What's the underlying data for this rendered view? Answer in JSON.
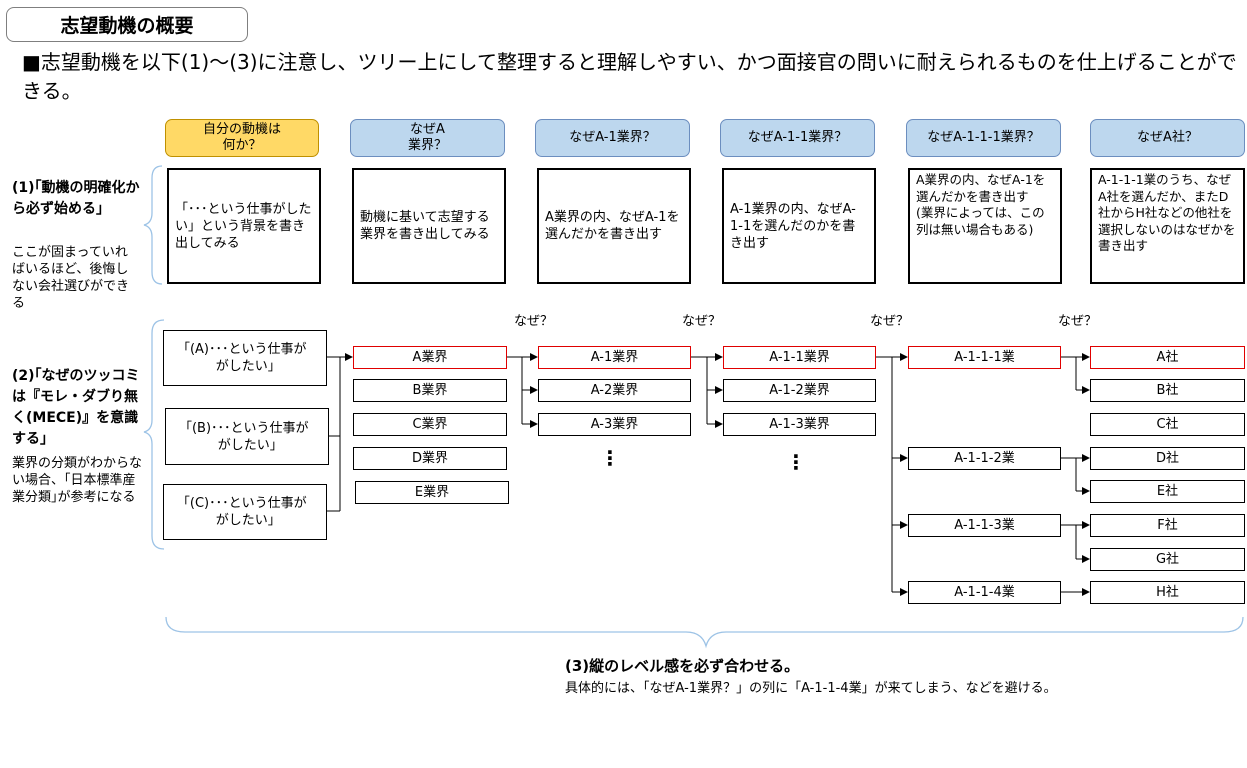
{
  "title": "志望動機の概要",
  "intro": "■志望動機を以下(1)～(3)に注意し、ツリー上にして整理すると理解しやすい、かつ面接官の問いに耐えられるものを仕上げることができる。",
  "headers": [
    "自分の動機は\n何か？",
    "なぜA\n業界？",
    "なぜA-1業界？",
    "なぜA-1-1業界？",
    "なぜA-1-1-1業界？",
    "なぜA社？"
  ],
  "descriptions": [
    "「･･･という仕事がしたい」という背景を書き出してみる",
    "動機に基いて志望する業界を書き出してみる",
    "A業界の内、なぜA-1を選んだかを書き出す",
    "A-1業界の内、なぜA-1-1を選んだのかを書き出す",
    "A業界の内、なぜA-1を選んだかを書き出す\n(業界によっては、この列は無い場合もある)",
    "A-1-1-1業のうち、なぜA社を選んだか、またD社からH社などの他社を選択しないのはなぜかを書き出す"
  ],
  "point1": {
    "heading": "(1)｢動機の明確化から必ず始める｣",
    "sub": "ここが固まっていればいるほど、後悔しない会社選びができる"
  },
  "point2": {
    "heading": "(2)｢なぜのツッコミは『モレ・ダブり無く(MECE)』を意識する｣",
    "sub": "業界の分類がわからない場合、｢日本標準産業分類｣が参考になる"
  },
  "point3": {
    "heading": "(3)縦のレベル感を必ず合わせる。",
    "sub": "具体的には、「なぜA-1業界？」の列に「A-1-1-4業」が来てしまう、などを避ける。"
  },
  "motives": [
    "｢(A)･･･という仕事が\nがしたい｣",
    "｢(B)･･･という仕事が\nがしたい｣",
    "｢(C)･･･という仕事が\nがしたい｣"
  ],
  "level1": [
    "A業界",
    "B業界",
    "C業界",
    "D業界",
    "E業界"
  ],
  "level2": [
    "A-1業界",
    "A-2業界",
    "A-3業界"
  ],
  "level3": [
    "A-1-1業界",
    "A-1-2業界",
    "A-1-3業界"
  ],
  "level4": [
    "A-1-1-1業",
    "A-1-1-2業",
    "A-1-1-3業",
    "A-1-1-4業"
  ],
  "companies": [
    "A社",
    "B社",
    "C社",
    "D社",
    "E社",
    "F社",
    "G社",
    "H社"
  ],
  "naze_label": "なぜ？",
  "ellipsis": "⋮",
  "colors": {
    "header_blue": "#bdd7ee",
    "header_yellow": "#ffd966",
    "highlight_red": "#e00000",
    "brace_blue": "#9dc3e6"
  }
}
